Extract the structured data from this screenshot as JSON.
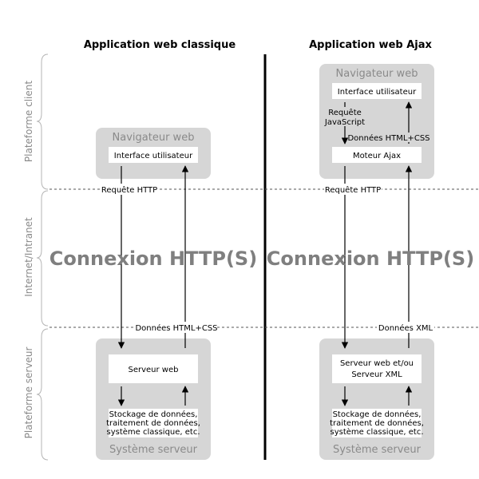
{
  "titles": {
    "classic": "Application web classique",
    "ajax": "Application web Ajax"
  },
  "layers": {
    "client": "Plateforme client",
    "network": "Internet/Intranet",
    "server": "Plateforme serveur"
  },
  "classic": {
    "browser_label": "Navigateur web",
    "ui_label": "Interface utilisateur",
    "request_label": "Requête HTTP",
    "connection_label": "Connexion HTTP(S)",
    "response_label": "Données HTML+CSS",
    "server_label": "Serveur web",
    "storage_lines": [
      "Stockage de données,",
      "traitement de données,",
      "système classique, etc."
    ],
    "server_system_label": "Système serveur"
  },
  "ajax": {
    "browser_label": "Navigateur web",
    "ui_label": "Interface utilisateur",
    "js_request_lines": [
      "Requête",
      "JavaScript"
    ],
    "html_css_label": "Données HTML+CSS",
    "engine_label": "Moteur Ajax",
    "request_label": "Requête HTTP",
    "connection_label": "Connexion HTTP(S)",
    "response_label": "Données XML",
    "server_lines": [
      "Serveur web et/ou",
      "Serveur XML"
    ],
    "storage_lines": [
      "Stockage de données,",
      "traitement de données,",
      "système classique, etc."
    ],
    "server_system_label": "Système serveur"
  }
}
